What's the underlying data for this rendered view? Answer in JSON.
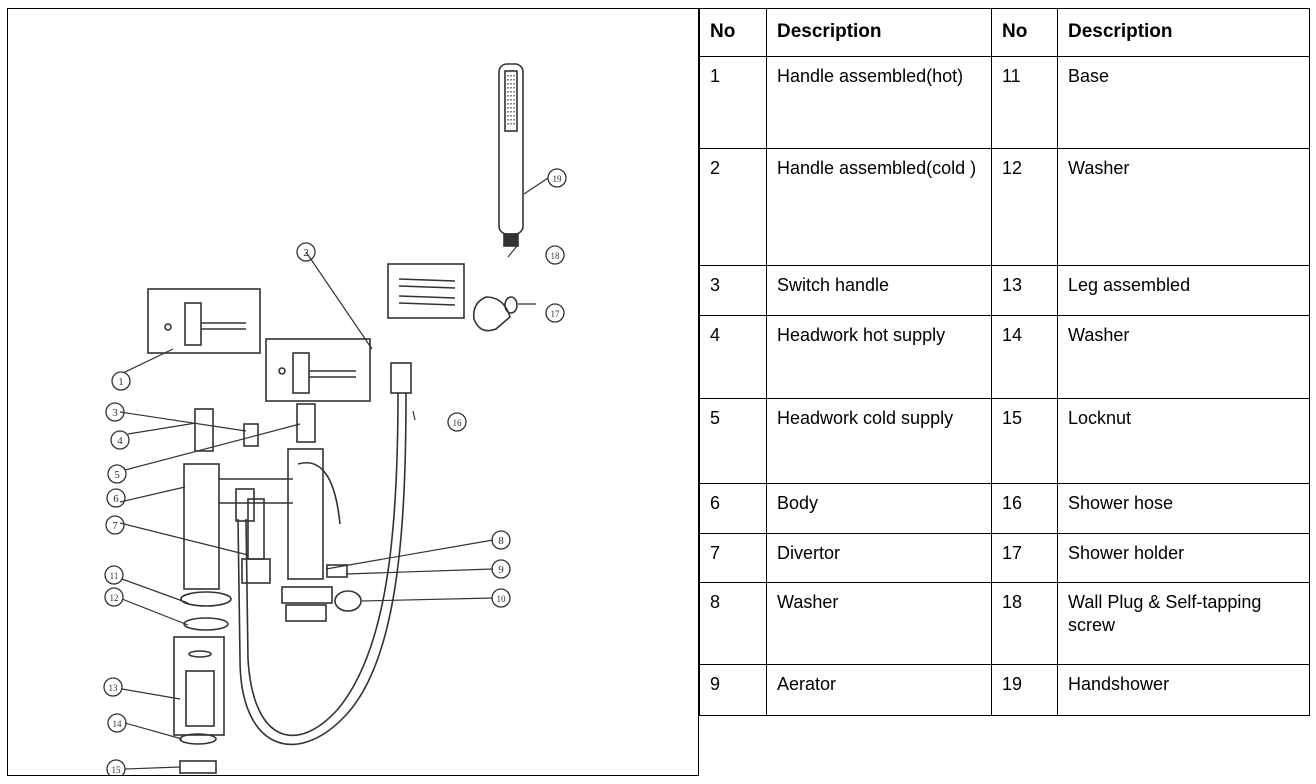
{
  "diagram": {
    "callouts": [
      "1",
      "2",
      "3",
      "4",
      "5",
      "6",
      "7",
      "8",
      "9",
      "10",
      "11",
      "12",
      "13",
      "14",
      "15",
      "16",
      "17",
      "18",
      "19"
    ]
  },
  "table": {
    "headers": [
      "No",
      "Description",
      "No",
      "Description"
    ],
    "rows": [
      {
        "no1": "1",
        "desc1": "Handle assembled(hot)",
        "no2": "11",
        "desc2": "Base"
      },
      {
        "no1": "2",
        "desc1": "Handle assembled(cold )",
        "no2": "12",
        "desc2": "Washer"
      },
      {
        "no1": "3",
        "desc1": "Switch handle",
        "no2": "13",
        "desc2": "Leg assembled"
      },
      {
        "no1": "4",
        "desc1": "Headwork hot supply",
        "no2": "14",
        "desc2": "Washer"
      },
      {
        "no1": "5",
        "desc1": "Headwork cold supply",
        "no2": "15",
        "desc2": "Locknut"
      },
      {
        "no1": "6",
        "desc1": "Body",
        "no2": "16",
        "desc2": "Shower hose"
      },
      {
        "no1": "7",
        "desc1": "Divertor",
        "no2": "17",
        "desc2": "Shower holder"
      },
      {
        "no1": "8",
        "desc1": "Washer",
        "no2": "18",
        "desc2": "Wall Plug & Self-tapping screw"
      },
      {
        "no1": "9",
        "desc1": "Aerator",
        "no2": "19",
        "desc2": "Handshower"
      }
    ]
  }
}
